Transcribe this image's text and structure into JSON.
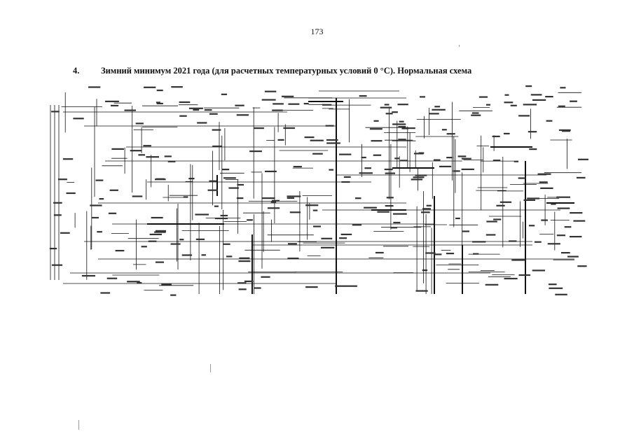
{
  "page": {
    "number": "173",
    "heading_number": "4.",
    "heading_text": "Зимний минимум 2021 года (для расчетных температурных условий 0 °С). Нормальная схема"
  },
  "colors": {
    "ink": "#111111",
    "paper": "#ffffff"
  }
}
